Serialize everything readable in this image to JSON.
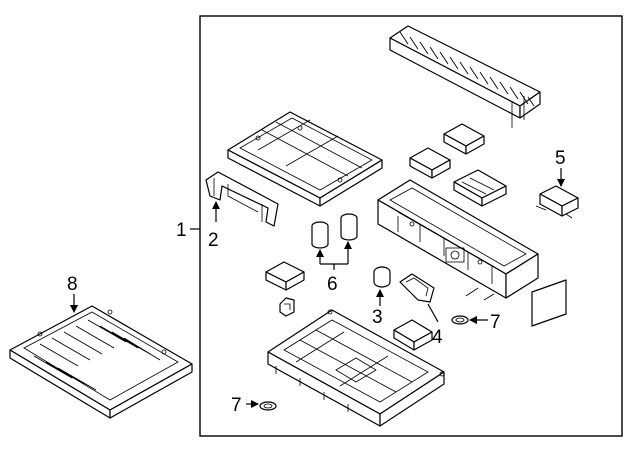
{
  "callouts": {
    "c1": "1",
    "c2": "2",
    "c3": "3",
    "c4": "4",
    "c5": "5",
    "c6": "6",
    "c7a": "7",
    "c7b": "7",
    "c8": "8"
  },
  "colors": {
    "line": "#000000",
    "background": "#ffffff"
  }
}
